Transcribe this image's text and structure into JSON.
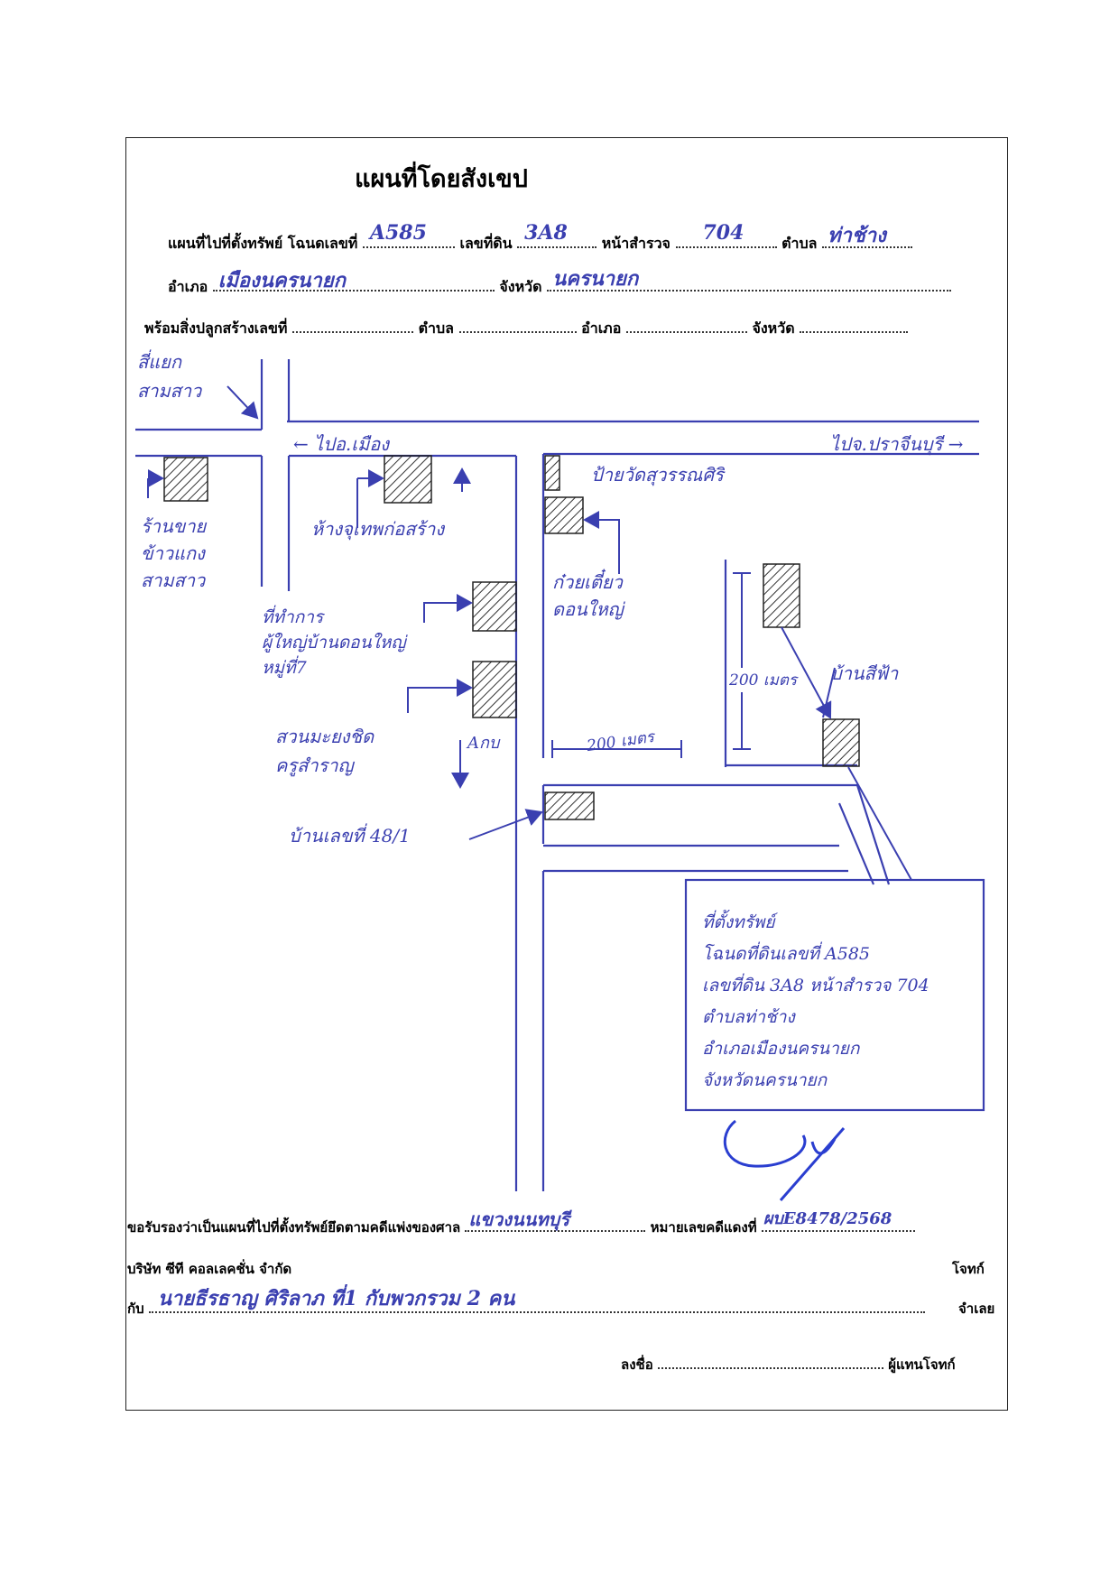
{
  "title": "แผนที่โดยสังเขป",
  "header": {
    "row1_label_a": "แผนที่ไปที่ตั้งทรัพย์ โฉนดเลขที่",
    "deed_no": "A585",
    "row1_label_b": "เลขที่ดิน",
    "land_no": "3A8",
    "row1_label_c": "หน้าสำรวจ",
    "survey_page": "704",
    "row1_label_d": "ตำบล",
    "subdistrict": "ท่าช้าง",
    "row2_label_a": "อำเภอ",
    "district": "เมืองนครนายก",
    "row2_label_b": "จังหวัด",
    "province": "นครนายก",
    "row3_label_a": "พร้อมสิ่งปลูกสร้างเลขที่",
    "row3_label_b": "ตำบล",
    "row3_label_c": "อำเภอ",
    "row3_label_d": "จังหวัด"
  },
  "map": {
    "junction": "สี่แยก\nสามสาว",
    "to_city": "← ไปอ.เมือง",
    "to_prachin": "ไปจ.ปราจีนบุรี →",
    "rice_shop": "ร้านขาย\nข้าวแกง\nสามสาว",
    "chok_ubon": "ห้างจุเทพก่อสร้าง",
    "village_office": "ที่ทำการ\nผู้ใหญ่บ้านดอนใหญ่\nหมู่ที่7",
    "garden": "สวนมะยงชิด\nครูสำราญ",
    "side_road": "Aกบ",
    "house_no": "บ้านเลขที่ 48/1",
    "temple_sign": "ป้ายวัดสุวรรณศิริ",
    "noodle_shop": "ก๋วยเตี๋ยว\nดอนใหญ่",
    "dist_vertical": "200 เมตร",
    "dist_horizontal": "200 เมตร",
    "blue_house": "บ้านสีฟ้า",
    "property_box": "ที่ตั้งทรัพย์\nโฉนดที่ดินเลขที่ A585\nเลขที่ดิน 3A8 หน้าสำรวจ 704\nตำบลท่าช้าง\nอำเภอเมืองนครนายก\nจังหวัดนครนายก"
  },
  "footer": {
    "certify_label": "ขอรับรองว่าเป็นแผนที่ไปที่ตั้งทรัพย์ยึดตามคดีแพ่งของศาล",
    "court": "แขวงนนทบุรี",
    "case_label": "หมายเลขคดีแดงที่",
    "case_no": "ผบE8478/2568",
    "plaintiff": "บริษัท ซีที คอลเลคชั่น จำกัด",
    "plaintiff_role": "โจทก์",
    "with_label": "กับ",
    "defendant": "นายธีรธาญ ศิริลาภ ที่1 กับพวกรวม 2 คน",
    "defendant_role": "จำเลย",
    "sign_label": "ลงชื่อ",
    "sign_role": "ผู้แทนโจทก์"
  },
  "colors": {
    "ink": "#3a3fb0",
    "print": "#000000"
  }
}
